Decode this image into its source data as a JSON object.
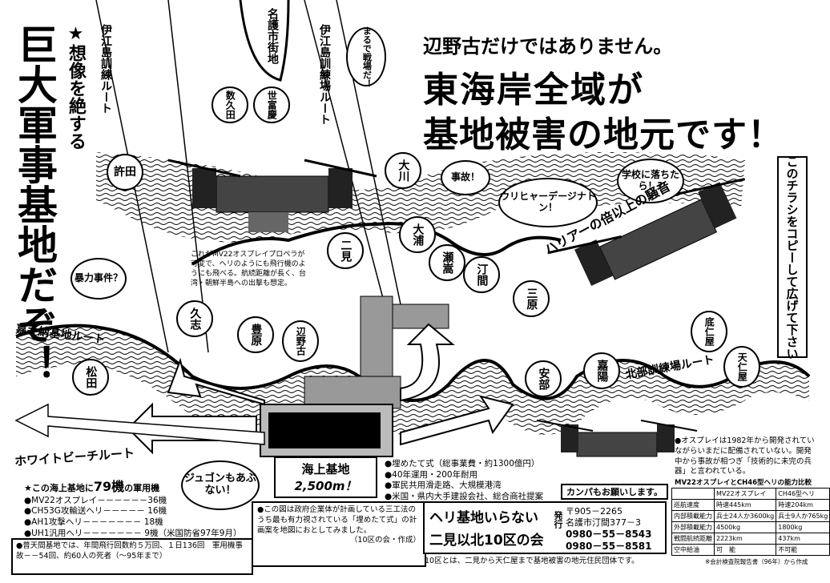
{
  "headline": {
    "line1": "辺野古だけではありません。",
    "line2": "東海岸全域が",
    "line3": "基地被害の地元です！"
  },
  "left_title": {
    "sub": "★想像を絶する",
    "main": "巨大軍事基地だぞ！"
  },
  "copy_notice": "このチラシをコピーして広げて下さい",
  "routes": {
    "ie_left": "伊江島訓練ルート",
    "ie_right": "伊江島訓練場ルート",
    "nago": "名護市街地",
    "kadena": "嘉手納基地ルート",
    "white_beach": "ホワイトビーチルート",
    "hokubu": "北部訓練場ルート"
  },
  "places": {
    "kyoda": "許田",
    "sukuta": "数久田",
    "yofuke": "世富慶",
    "futami": "二見",
    "okawa": "大川",
    "oura": "大浦",
    "sesoko": "瀬嵩",
    "ama": "汀間",
    "mihara": "三原",
    "kushi": "久志",
    "toyohara": "豊原",
    "henoko": "辺野古",
    "matsuda": "松田",
    "abu": "安部",
    "kayo": "嘉陽",
    "sokobaru": "底仁屋",
    "teniya": "天仁屋"
  },
  "bubbles": {
    "senjo": "まるで戦場だ！",
    "jiko": "事故！",
    "gakko": "学校に落ちたら！?",
    "boryoku": "暴力事件？",
    "uri": "ウリヒャーデージナトン！",
    "dugong": "ジュゴンもあぶない！"
  },
  "harrier": "ハリアーの倍以上の騒音",
  "osprey_caption": "これがMV22オスプレイプロペラが可変で、ヘリのようにも飛行機のようにも飛べる。航続距離が長く、台湾・朝鮮半島への出撃も想定。",
  "base": {
    "label": "海上基地",
    "length": "2,500m！"
  },
  "plan_notes": [
    "●埋めたて式（総事業費・約1300億円）",
    "●40年運用・200年耐用",
    "●軍民共用滑走路、大規模港湾",
    "●米国・県内大手建設会社、総合商社提案"
  ],
  "aircraft": {
    "title_pre": "★この海上基地に",
    "count": "79機",
    "title_post": "の軍用機",
    "items": [
      "●MV22オスプレイ－－－－－－36機",
      "●CH53G攻輸送ヘリ－－－－－ 16機",
      "●AH1攻撃ヘリ－－－－－－－ 18機",
      "●UH1汎用ヘリ－－－－－－－ 9機（米国防省97年9月）"
    ]
  },
  "futenma_note": "●普天間基地では、年間飛行回数約５万回、１日136回　軍用機事故－－54回、約60人の死者（～95年まで）",
  "zu_note": "●この図は政府企業体が計画している三工法のうち最も有力視されている「埋めたて式」の計画案を地図におとしてみました。",
  "zu_credit": "（10区の会・作成）",
  "kanpa": "カンパもお願いします。",
  "org": {
    "name1": "ヘリ基地いらない",
    "name2": "二見以北10区の会",
    "issuer": "発行",
    "zip": "〒905－2265",
    "address": "名護市汀間377－3",
    "tel": "0980－55－8543",
    "fax": "0980－55－8581",
    "footer": "10区とは、二見から天仁屋まで基地被害の地元住民団体です。"
  },
  "osprey_note": "●オスプレイは1982年から開発されていながらいまだに配備されていない。開発中から事故が相つぎ「技術的に未完の兵器」と言われている。",
  "comparison": {
    "title": "MV22オスプレイとCH46型ヘリの能力比較",
    "headers": [
      "",
      "MV22オスプレイ",
      "CH46型ヘリ"
    ],
    "rows": [
      [
        "巡航速度",
        "時速445km",
        "時速204km"
      ],
      [
        "内部積載能力",
        "兵士24人か3600kg",
        "兵士9人か765kg"
      ],
      [
        "外部積載能力",
        "4500kg",
        "1800kg"
      ],
      [
        "戦闘航続距離",
        "2223km",
        "437km"
      ],
      [
        "空中給油",
        "可　能",
        "不可能"
      ]
    ],
    "source": "※会計検査院報告書（96年）から作成"
  }
}
